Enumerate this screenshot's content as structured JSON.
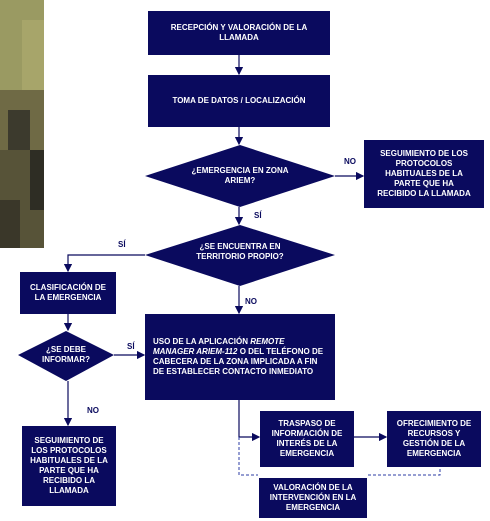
{
  "nodes": {
    "recepcion": "RECEPCIÓN Y VALORACIÓN DE LA LLAMADA",
    "toma_datos": "TOMA DE DATOS / LOCALIZACIÓN",
    "emergencia_ariem": "¿EMERGENCIA EN ZONA ARIEM?",
    "seguimiento_parte": "SEGUIMIENTO DE LOS PROTOCOLOS HABITUALES DE LA PARTE QUE HA RECIBIDO LA LLAMADA",
    "territorio_propio": "¿SE ENCUENTRA EN TERRITORIO PROPIO?",
    "clasificacion": "CLASIFICACIÓN DE LA EMERGENCIA",
    "se_debe_informar": "¿SE DEBE INFORMAR?",
    "seguimiento_no": "SEGUIMIENTO DE LOS PROTOCOLOS HABITUALES DE LA PARTE QUE HA RECIBIDO LA LLAMADA",
    "uso_aplicacion_a": "USO DE LA APLICACIÓN",
    "uso_aplicacion_b": "REMOTE MANAGER ARIEM-112",
    "uso_aplicacion_c": "O DEL TELÉFONO DE CABECERA DE LA ZONA IMPLICADA A FIN DE ESTABLECER CONTACTO INMEDIATO",
    "traspaso": "TRASPASO DE INFORMACIÓN DE INTERÉS DE LA EMERGENCIA",
    "ofrecimiento": "OFRECIMIENTO DE RECURSOS Y GESTIÓN DE LA EMERGENCIA",
    "valoracion": "VALORACIÓN DE LA INTERVENCIÓN EN LA EMERGENCIA"
  },
  "labels": {
    "no_1": "NO",
    "si_1": "SÍ",
    "si_2": "SÍ",
    "no_2": "NO",
    "si_3": "SÍ",
    "no_3": "NO"
  },
  "colors": {
    "box": "#0a0a5e",
    "line": "#0a0a5e"
  }
}
